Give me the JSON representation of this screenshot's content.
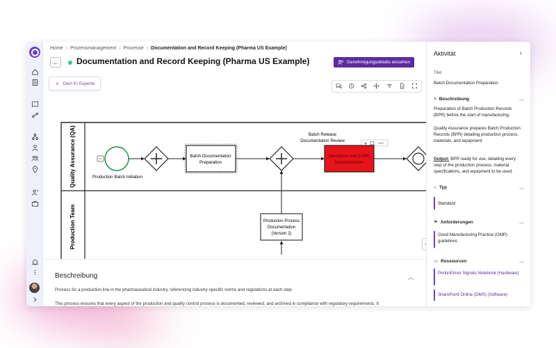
{
  "breadcrumb": {
    "items": [
      "Home",
      "Prozessmanagement",
      "Prozesse"
    ],
    "current": "Documentation and Record Keeping (Pharma US Example)"
  },
  "page": {
    "title": "Documentation and Record Keeping (Pharma US Example)",
    "status_color": "#2ecc8a",
    "approval_button": "Genehmigungsdetails einsehen",
    "ai_button": "Dein KI Experte"
  },
  "toolbar": {
    "icons": [
      "comments-icon",
      "history-icon",
      "share-network-icon",
      "fullscreen-move-icon",
      "filter-icon",
      "document-icon",
      "expand-icon"
    ]
  },
  "diagram": {
    "lanes": [
      "Quality Assurance (QA)",
      "Production Team"
    ],
    "nodes": {
      "start_label": "Production Batch Initiation",
      "task1": [
        "Batch Documentation",
        "Preparation"
      ],
      "release_label": [
        "Batch Release",
        "Documentation Review"
      ],
      "task_red": [
        "Deviations and CAPA",
        "Documentation"
      ],
      "task_prod": [
        "Production Process",
        "Documentation",
        "(Version 2)"
      ]
    },
    "highlight_color": "#e8141b"
  },
  "description": {
    "heading": "Beschreibung",
    "line1": "Process for a production line in the pharmaceutical industry, referencing industry-specific norms and regulations at each step.",
    "line2": "This process ensures that every aspect of the production and quality control process is documented, reviewed, and archived in compliance with regulatory requirements. It"
  },
  "panel": {
    "heading": "Aktivität",
    "title_label": "Titel",
    "title_value": "Batch Documentation Preparation",
    "beschreibung_label": "Beschreibung",
    "beschreibung_p1": "Preparation of Batch Production Records (BPR) before the start of manufacturing.",
    "beschreibung_p2": "Quality Assurance prepares Batch Production Records (BPR) detailing production process, materials, and equipment",
    "output_label": "Output:",
    "output_text": "BPR ready for use, detailing every step of the production process, material specifications, and equipment to be used.",
    "typ_label": "Typ",
    "typ_value": "Standard",
    "anf_label": "Anforderungen",
    "anf_value": "Good Manufacturing Practice (GMP) guidelines",
    "res_label": "Ressourcen",
    "res_1": "PerkinElmer Signals Notebook (Hardware)",
    "res_2": "SharePoint Online (DMS) (Software)"
  }
}
